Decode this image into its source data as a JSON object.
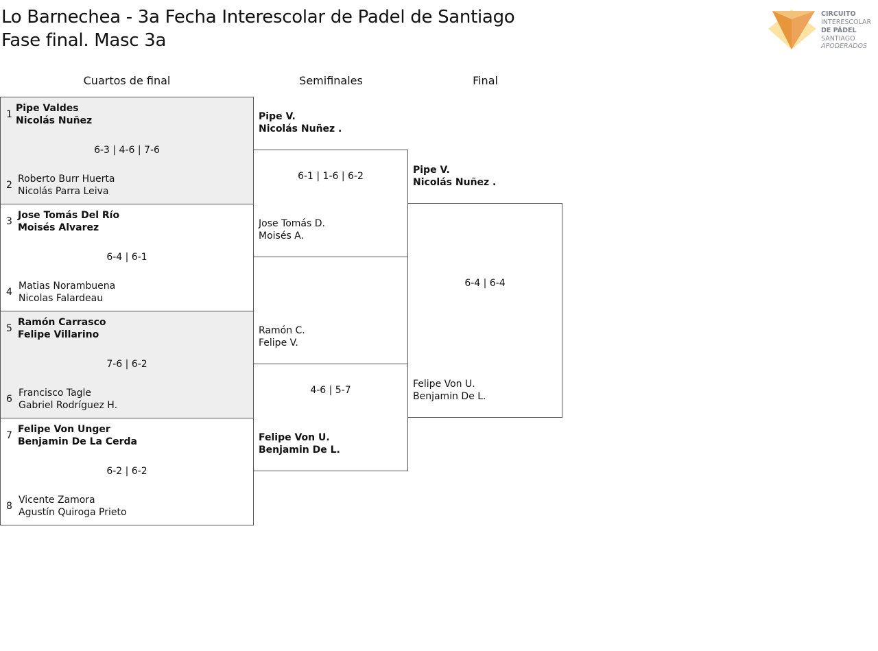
{
  "page": {
    "title_line1": "Lo Barnechea - 3a Fecha Interescolar de Padel de Santiago",
    "title_line2": "Fase final. Masc 3a"
  },
  "logo": {
    "line1": "CIRCUITO",
    "line2": "INTERESCOLAR",
    "line3": "DE PÁDEL",
    "line4": "SANTIAGO",
    "line5": "APODERADOS",
    "colors": {
      "orange": "#e8963c",
      "light_orange": "#f3c27a",
      "yellow": "#fbe3a6"
    }
  },
  "headers": {
    "quarterfinals": "Cuartos de final",
    "semifinals": "Semifinales",
    "final": "Final"
  },
  "quarterfinals": [
    {
      "score": "6-3 | 4-6 | 7-6",
      "top": {
        "seed": "1",
        "player1": "Pipe Valdes",
        "player2": "Nicolás Nuñez",
        "winner": true
      },
      "bottom": {
        "seed": "2",
        "player1": "Roberto Burr Huerta",
        "player2": "Nicolás Parra Leiva",
        "winner": false
      }
    },
    {
      "score": "6-4 | 6-1",
      "top": {
        "seed": "3",
        "player1": "Jose Tomás Del Río",
        "player2": "Moisés Alvarez",
        "winner": true
      },
      "bottom": {
        "seed": "4",
        "player1": "Matias Norambuena",
        "player2": "Nicolas Falardeau",
        "winner": false
      }
    },
    {
      "score": "7-6 | 6-2",
      "top": {
        "seed": "5",
        "player1": "Ramón Carrasco",
        "player2": "Felipe Villarino",
        "winner": true
      },
      "bottom": {
        "seed": "6",
        "player1": "Francisco Tagle",
        "player2": "Gabriel Rodríguez H.",
        "winner": false
      }
    },
    {
      "score": "6-2 | 6-2",
      "top": {
        "seed": "7",
        "player1": "Felipe Von Unger",
        "player2": "Benjamin De La Cerda",
        "winner": true
      },
      "bottom": {
        "seed": "8",
        "player1": "Vicente Zamora",
        "player2": "Agustín Quiroga Prieto",
        "winner": false
      }
    }
  ],
  "semifinals": [
    {
      "score": "6-1 | 1-6 | 6-2",
      "top": {
        "player1": "Pipe V.",
        "player2": "Nicolás Nuñez .",
        "winner": true
      },
      "bottom": {
        "player1": "Jose Tomás D.",
        "player2": "Moisés A.",
        "winner": false
      }
    },
    {
      "score": "4-6 | 5-7",
      "top": {
        "player1": "Ramón C.",
        "player2": "Felipe V.",
        "winner": false
      },
      "bottom": {
        "player1": "Felipe Von U.",
        "player2": "Benjamin De L.",
        "winner": true
      }
    }
  ],
  "final": {
    "score": "6-4 | 6-4",
    "top": {
      "player1": "Pipe V.",
      "player2": "Nicolás Nuñez .",
      "winner": true
    },
    "bottom": {
      "player1": "Felipe Von U.",
      "player2": "Benjamin De L.",
      "winner": false
    }
  }
}
